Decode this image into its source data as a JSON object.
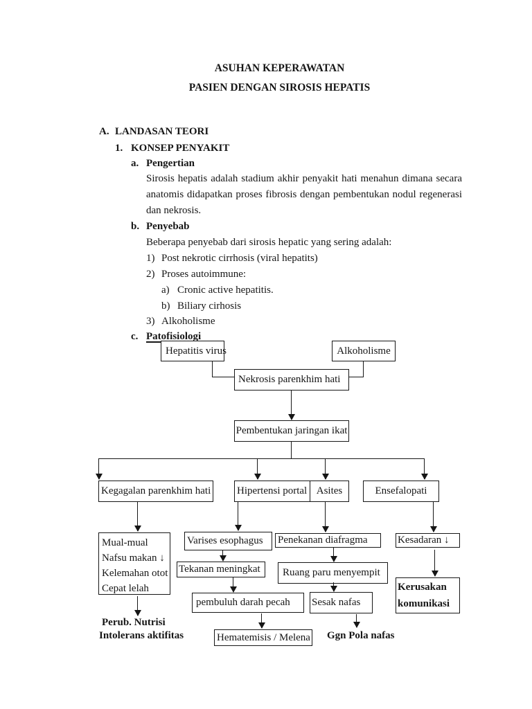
{
  "document": {
    "title_lines": [
      "ASUHAN KEPERAWATAN",
      "PASIEN DENGAN SIROSIS HEPATIS"
    ],
    "outline": [
      {
        "marker": "A.",
        "text": "LANDASAN TEORI"
      },
      {
        "marker": "1.",
        "text": "KONSEP PENYAKIT"
      },
      {
        "marker": "a.",
        "text": "Pengertian"
      },
      {
        "marker": "",
        "text": "Sirosis hepatis adalah stadium akhir penyakit hati menahun dimana secara"
      },
      {
        "marker": "",
        "text": "anatomis didapatkan proses fibrosis dengan pembentukan nodul regenerasi"
      },
      {
        "marker": "",
        "text": "dan nekrosis."
      },
      {
        "marker": "b.",
        "text": "Penyebab"
      },
      {
        "marker": "",
        "text": "Beberapa penyebab dari sirosis hepatic yang sering adalah:"
      },
      {
        "marker": "1)",
        "text": "Post nekrotic cirrhosis (viral hepatits)"
      },
      {
        "marker": "2)",
        "text": "Proses autoimmune:"
      },
      {
        "marker": "a)",
        "text": "Cronic active hepatitis."
      },
      {
        "marker": "b)",
        "text": "Biliary cirhosis"
      },
      {
        "marker": "3)",
        "text": "Alkoholisme"
      },
      {
        "marker": "c.",
        "text": "Patofisiologi"
      }
    ]
  },
  "diagram": {
    "nodes": {
      "hepatitis_virus": "Hepatitis virus",
      "alkoholisme": "Alkoholisme",
      "nekrosis": "Nekrosis parenkhim hati",
      "jaringan_ikat": "Pembentukan jaringan ikat",
      "kegagalan": "Kegagalan parenkhim hati",
      "hipertensi": "Hipertensi portal",
      "asites": "Asites",
      "ensefalopati": "Ensefalopati",
      "gejala_lines": [
        "Mual-mual",
        "Nafsu makan ↓",
        "Kelemahan otot",
        "Cepat lelah"
      ],
      "varises": "Varises esophagus",
      "tekanan": "Tekanan meningkat",
      "pembuluh": "pembuluh darah pecah",
      "hematemisis": "Hematemisis / Melena",
      "penekanan": "Penekanan diafragma",
      "ruang_paru": "Ruang paru menyempit",
      "sesak": "Sesak nafas",
      "kesadaran": "Kesadaran ↓",
      "kerusakan_lines": [
        "Kerusakan",
        "komunikasi"
      ]
    },
    "labels": {
      "perub_nutrisi": "Perub. Nutrisi",
      "intolerans": "Intolerans aktifitas",
      "ggn_pola_nafas": "Ggn Pola nafas"
    }
  }
}
